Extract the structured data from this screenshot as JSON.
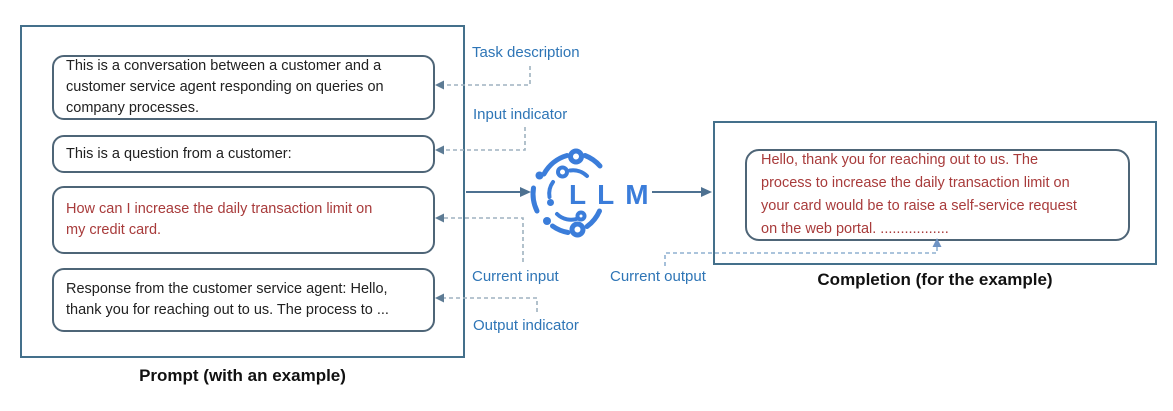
{
  "prompt": {
    "title": "Prompt (with an example)",
    "boxes": [
      {
        "role": "task-description",
        "text": "This is a conversation between a customer and a\ncustomer service agent responding on queries on\ncompany processes."
      },
      {
        "role": "input-indicator",
        "text": "This is a question from a customer:"
      },
      {
        "role": "current-input",
        "text": "How can I increase the daily transaction limit on\nmy credit card."
      },
      {
        "role": "output-indicator",
        "text": "Response from the customer service agent: Hello,\nthank you for reaching out to us. The process to ..."
      }
    ]
  },
  "labels": {
    "task_description": "Task description",
    "input_indicator": "Input indicator",
    "current_input": "Current input",
    "current_output": "Current output",
    "output_indicator": "Output indicator"
  },
  "llm": {
    "label": "LLM"
  },
  "completion": {
    "title": "Completion (for the example)",
    "text": "Hello, thank you for reaching out to us. The\nprocess to increase the daily transaction limit on\nyour card would be to raise a self-service request\non the web portal. ................."
  },
  "colors": {
    "label_blue": "#2e75b6",
    "logo_blue": "#3b7dda",
    "red_text": "#a83b3b",
    "body_text": "#212121",
    "outer_border": "#44708b",
    "inner_border": "#4e6577",
    "solid_arrow": "#4e7191",
    "dashed_gray": "#9fb2c0",
    "dashed_blue": "#8fb0d1",
    "dashed_arrowhead": "#5d7b94",
    "output_arrowhead": "#6f94c4"
  }
}
